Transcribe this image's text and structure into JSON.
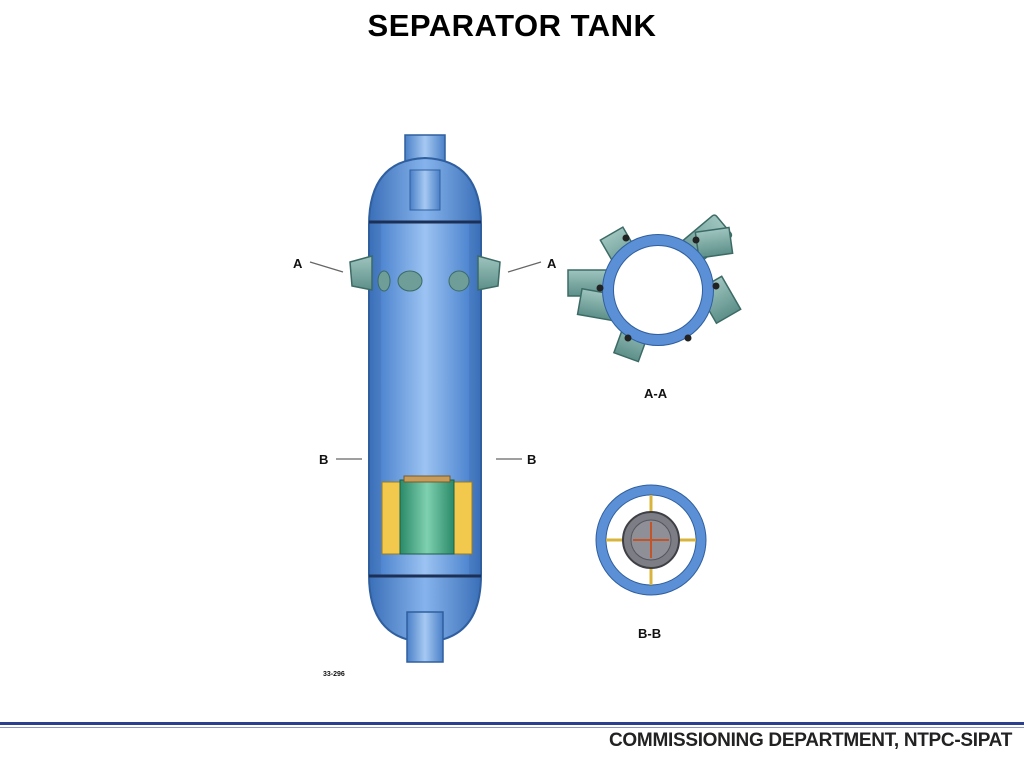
{
  "title": "SEPARATOR TANK",
  "labels": {
    "a_left": "A",
    "a_right": "A",
    "b_left": "B",
    "b_right": "B",
    "section_aa": "A-A",
    "section_bb": "B-B",
    "figure_id": "33-296"
  },
  "footer": "COMMISSIONING DEPARTMENT, NTPC-SIPAT",
  "colors": {
    "vessel_blue": "#5b8fd6",
    "vessel_dark": "#2f5f9e",
    "nozzle_green": "#6f9e98",
    "yellow": "#f2c94c",
    "green_insert": "#3aa17e",
    "footer_line": "#2d3e8c"
  }
}
